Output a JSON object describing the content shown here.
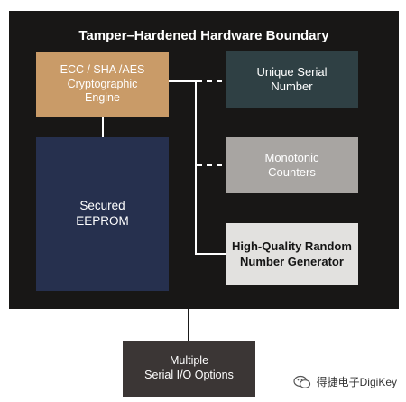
{
  "diagram": {
    "title": "Tamper–Hardened Hardware Boundary",
    "blocks": {
      "crypto_engine": "ECC / SHA /AES\nCryptographic\nEngine",
      "secured_eeprom": "Secured\nEEPROM",
      "unique_serial": "Unique Serial\nNumber",
      "monotonic_counters": "Monotonic\nCounters",
      "rng": "High-Quality Random\nNumber Generator",
      "serial_io": "Multiple\nSerial I/O Options"
    },
    "colors": {
      "boundary": "#181716",
      "crypto": "#c99b68",
      "eeprom": "#26304e",
      "serial": "#2f4044",
      "counters": "#a8a5a2",
      "rng": "#e2e1df",
      "serial_io": "#3b3635"
    }
  },
  "watermark": {
    "text": "得捷电子DigiKey",
    "icon": "wechat-icon"
  }
}
